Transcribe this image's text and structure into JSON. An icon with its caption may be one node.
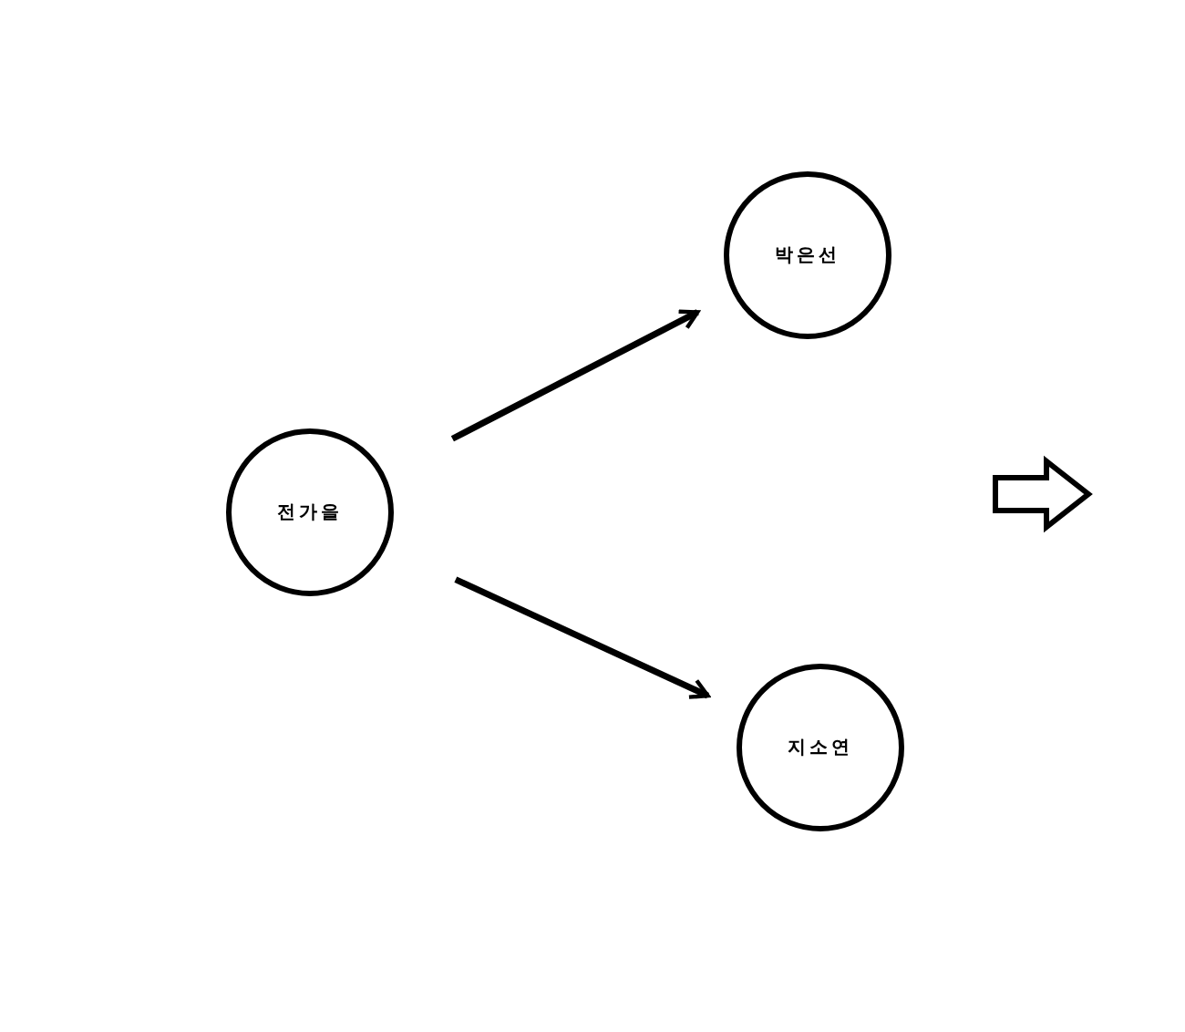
{
  "diagram": {
    "nodes": [
      {
        "text": [
          "전가을"
        ]
      },
      {
        "text": [
          "박은선"
        ]
      },
      {
        "text": [
          "지소연"
        ]
      }
    ],
    "edges": [
      {
        "from": 0,
        "to": 1,
        "arrow": "to"
      },
      {
        "from": 0,
        "to": 2,
        "arrow": "to"
      }
    ]
  }
}
